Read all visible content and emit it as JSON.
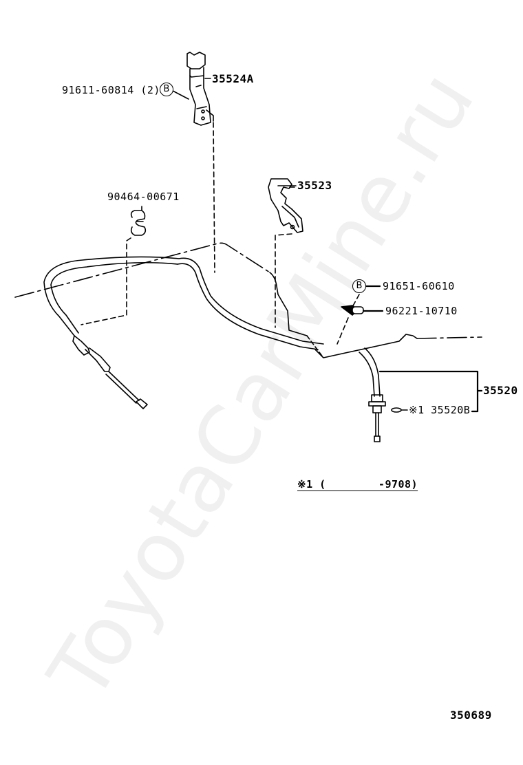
{
  "diagram": {
    "type": "parts-exploded-view",
    "watermark": "ToyotaCarMine.ru",
    "figure_number": "350689",
    "note": "※1 (        -9708)",
    "callout_symbol": "B",
    "parts": [
      {
        "id": "35524A",
        "label": "35524A",
        "desc": "bracket"
      },
      {
        "id": "91611-60814",
        "label": "91611-60814 (2)",
        "ref": "B"
      },
      {
        "id": "35523",
        "label": "35523",
        "desc": "bracket"
      },
      {
        "id": "90464-00671",
        "label": "90464-00671",
        "desc": "clamp"
      },
      {
        "id": "91651-60610",
        "label": "91651-60610",
        "ref": "B"
      },
      {
        "id": "96221-10710",
        "label": "96221-10710",
        "desc": "clip"
      },
      {
        "id": "35520",
        "label": "35520",
        "desc": "transmission control cable"
      },
      {
        "id": "35520B",
        "label": "※1 35520B",
        "desc": "ring"
      }
    ],
    "colors": {
      "line": "#000000",
      "background": "#ffffff",
      "watermark": "#f0f0f0"
    }
  }
}
